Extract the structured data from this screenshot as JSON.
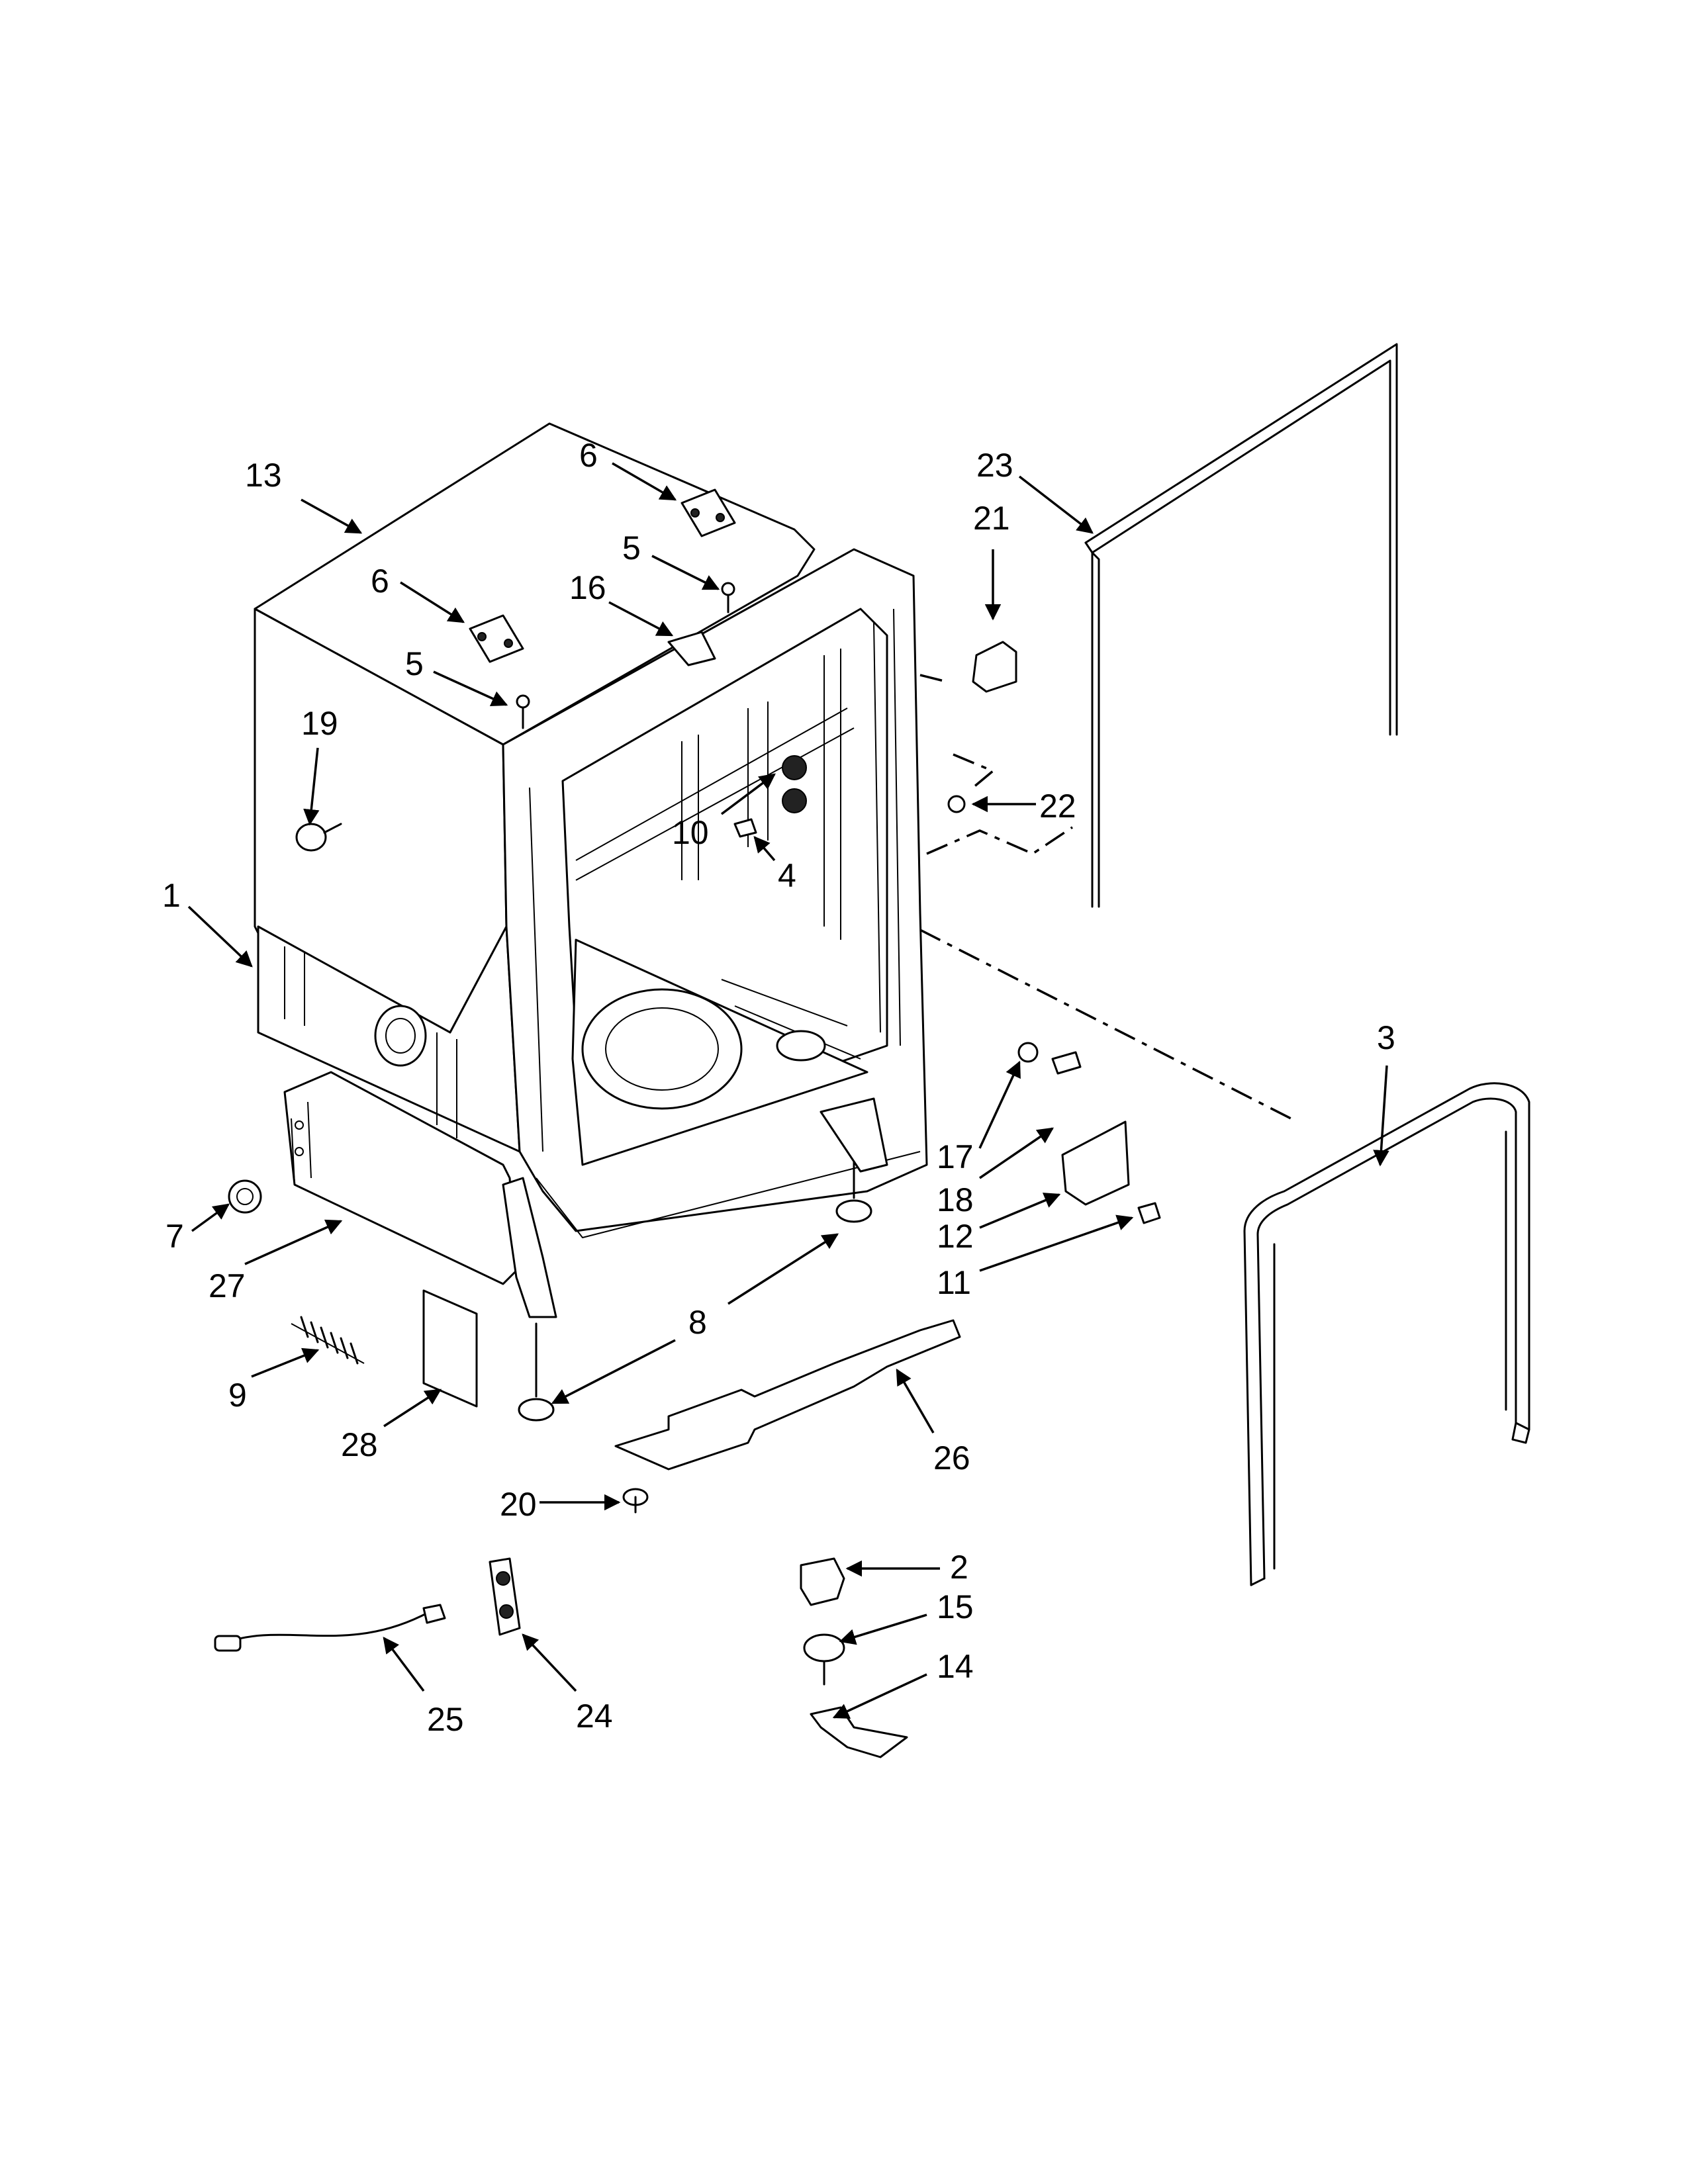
{
  "callouts": [
    {
      "label": "1"
    },
    {
      "label": "2"
    },
    {
      "label": "3"
    },
    {
      "label": "4"
    },
    {
      "label": "5"
    },
    {
      "label": "5"
    },
    {
      "label": "6"
    },
    {
      "label": "6"
    },
    {
      "label": "7"
    },
    {
      "label": "8"
    },
    {
      "label": "9"
    },
    {
      "label": "10"
    },
    {
      "label": "11"
    },
    {
      "label": "12"
    },
    {
      "label": "13"
    },
    {
      "label": "14"
    },
    {
      "label": "15"
    },
    {
      "label": "16"
    },
    {
      "label": "17"
    },
    {
      "label": "18"
    },
    {
      "label": "19"
    },
    {
      "label": "20"
    },
    {
      "label": "21"
    },
    {
      "label": "22"
    },
    {
      "label": "23"
    },
    {
      "label": "24"
    },
    {
      "label": "25"
    },
    {
      "label": "26"
    },
    {
      "label": "27"
    },
    {
      "label": "28"
    }
  ]
}
